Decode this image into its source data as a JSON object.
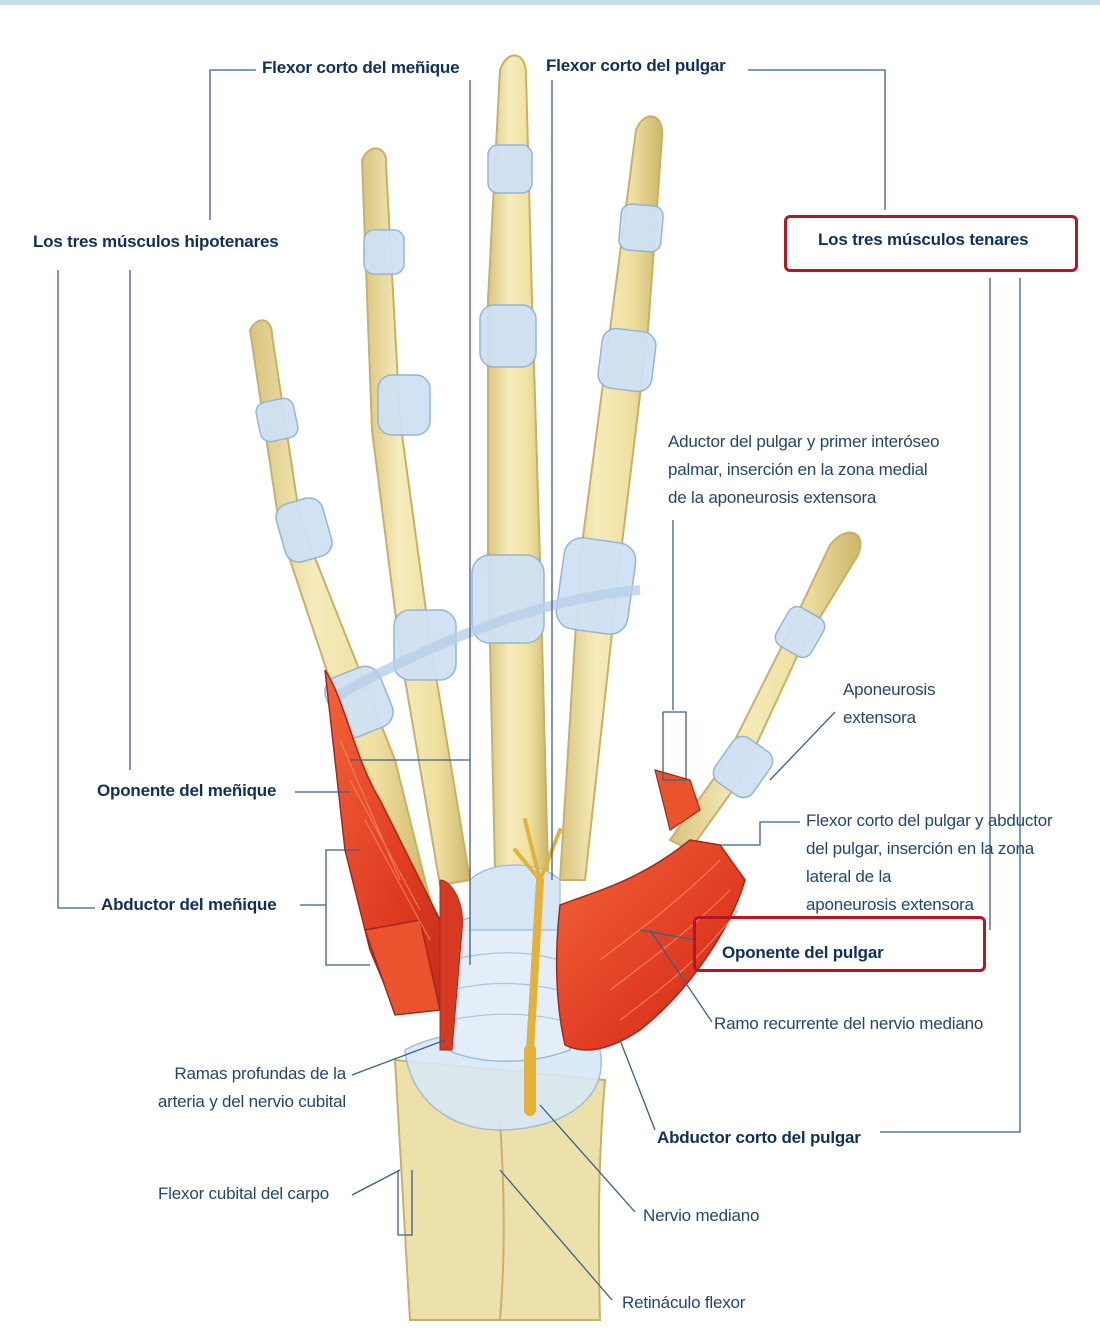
{
  "labels": {
    "flexor_corto_menique": "Flexor corto del meñique",
    "flexor_corto_pulgar": "Flexor corto del pulgar",
    "hipotenares": "Los tres músculos hipotenares",
    "tenares": "Los tres músculos tenares",
    "aductor_line1": "Aductor del pulgar y primer interóseo",
    "aductor_line2": "palmar, inserción en la zona medial",
    "aductor_line3": "de la aponeurosis extensora",
    "aponeurosis_line1": "Aponeurosis",
    "aponeurosis_line2": "extensora",
    "oponente_menique": "Oponente del meñique",
    "flexor_abductor_line1": "Flexor corto del pulgar y abductor",
    "flexor_abductor_line2": "del pulgar, inserción en la zona",
    "flexor_abductor_line3": "lateral de la",
    "flexor_abductor_line4": "aponeurosis extensora",
    "abductor_menique": "Abductor del meñique",
    "oponente_pulgar": "Oponente del pulgar",
    "ramo_recurrente": "Ramo recurrente del nervio mediano",
    "ramas_line1": "Ramas profundas de la",
    "ramas_line2": "arteria y del nervio cubital",
    "abductor_corto_pulgar": "Abductor corto del pulgar",
    "flexor_cubital": "Flexor cubital del carpo",
    "nervio_mediano": "Nervio mediano",
    "retinaculo": "Retináculo flexor"
  },
  "colors": {
    "bone": "#f1e3a6",
    "bone_outline": "#c9b068",
    "sheath": "#c9def2",
    "muscle": "#e8452a",
    "muscle_dark": "#b8271a",
    "nerve": "#e2b23a",
    "leader": "#3a5f86",
    "highlight": "#b0182a",
    "text": "#0f2f5c"
  }
}
